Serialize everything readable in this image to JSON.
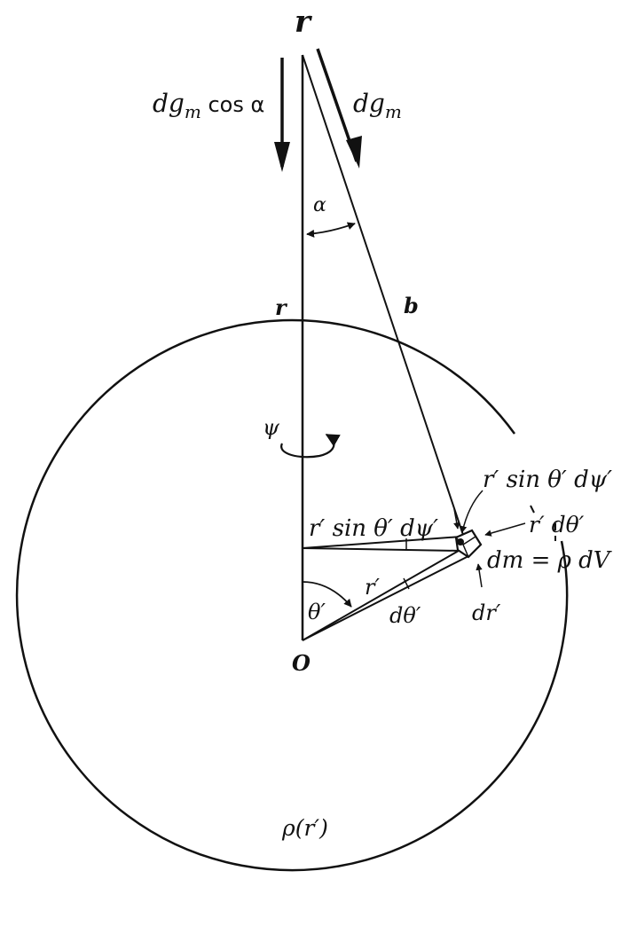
{
  "labels": {
    "point_r": "r",
    "dgm_cos_alpha": {
      "var": "dg",
      "sub": "m",
      "func": " cos α"
    },
    "dgm": {
      "var": "dg",
      "sub": "m"
    },
    "alpha": "α",
    "r_axis": "r",
    "b": "b",
    "psi": "ψ",
    "r_sin_dpsi_right": "r′ sin θ′ dψ′",
    "r_sin_dpsi_left": "r′ sin θ′ dψ′",
    "r_dtheta": "r′ dθ′",
    "dm": "dm = ρ dV",
    "r_prime": "r′",
    "dtheta": "dθ′",
    "dr": "dr′",
    "theta": "θ′",
    "origin": "O",
    "density": "ρ(r′)"
  }
}
